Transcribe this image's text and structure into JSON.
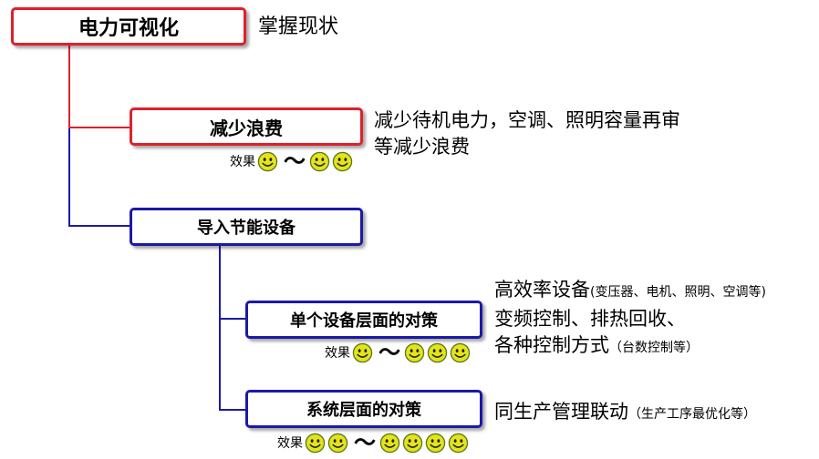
{
  "colors": {
    "red": "#e0202a",
    "blue": "#1a1aa8",
    "face": "#e4e41a"
  },
  "nodes": {
    "visualize": {
      "label": "电力可视化",
      "note": "掌握现状"
    },
    "reduce": {
      "label": "减少浪费",
      "desc_lines": [
        "减少待机电力，空调、照明容量再审",
        "等减少浪费"
      ]
    },
    "import": {
      "label": "导入节能设备"
    },
    "single": {
      "label": "单个设备层面的对策",
      "desc1_main": "高效率设备",
      "desc1_small": "(变压器、电机、照明、空调等)",
      "desc2": "变频控制、排热回收、",
      "desc3_main": "各种控制方式",
      "desc3_small": "（台数控制等）"
    },
    "system": {
      "label": "系统层面的对策",
      "desc_main": "同生产管理联动",
      "desc_small": "（生产工序最优化等）"
    }
  },
  "effects": {
    "label": "效果",
    "tilde": "～",
    "reduce": {
      "min": 1,
      "max": 2
    },
    "single": {
      "min": 1,
      "max": 3
    },
    "system": {
      "min": 2,
      "max": 4
    }
  }
}
